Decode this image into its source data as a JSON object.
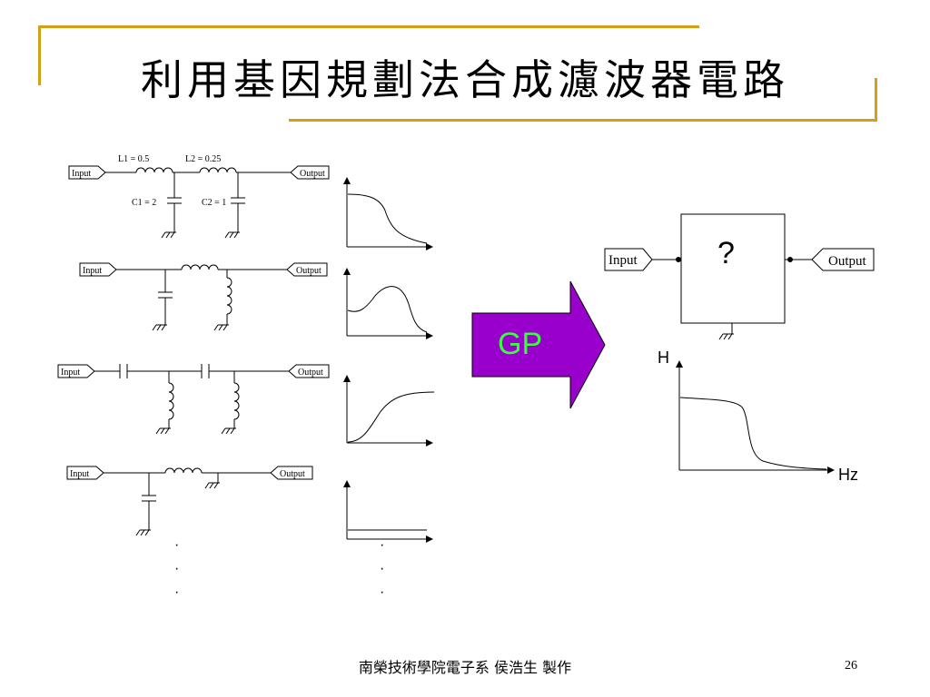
{
  "title": "利用基因規劃法合成濾波器電路",
  "footer": "南榮技術學院電子系  侯浩生  製作",
  "page_number": "26",
  "colors": {
    "accent": "#d4a017",
    "arrow_fill": "#9900cc",
    "gp_text": "#39ff3a"
  },
  "circuits": {
    "input_label": "Input",
    "output_label": "Output",
    "c1": {
      "L1": "L1 = 0.5",
      "L2": "L2 = 0.25",
      "C1": "C1 = 2",
      "C2": "C2 = 1"
    }
  },
  "arrow": {
    "label": "GP"
  },
  "target": {
    "unknown": "?",
    "input_label": "Input",
    "output_label": "Output",
    "y_axis": "H",
    "x_axis": "Hz"
  },
  "continuation_mark": "·\n·\n·"
}
